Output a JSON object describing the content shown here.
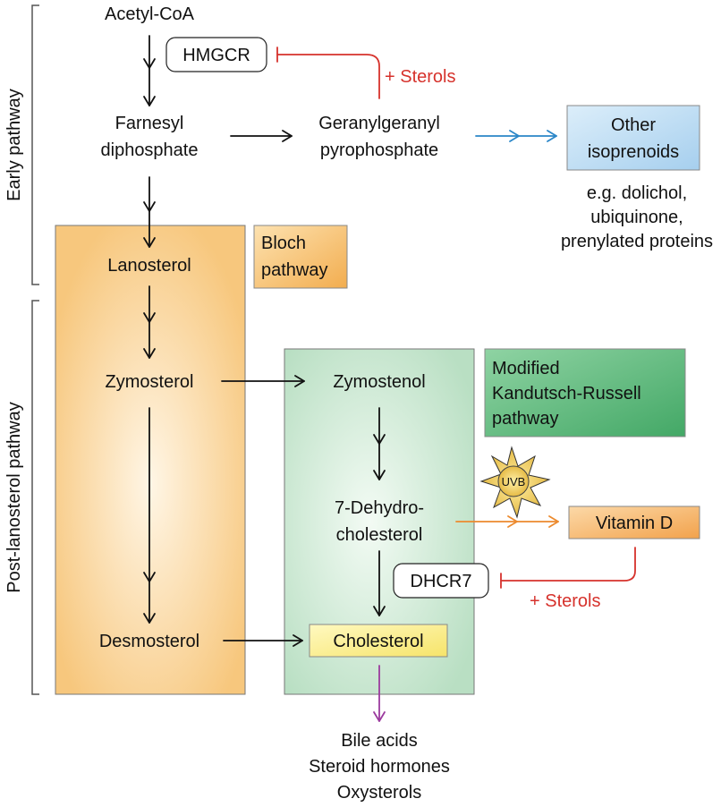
{
  "side_labels": {
    "early": "Early pathway",
    "post": "Post-lanosterol pathway"
  },
  "nodes": {
    "acetyl_coa": "Acetyl-CoA",
    "farnesyl_1": "Farnesyl",
    "farnesyl_2": "diphosphate",
    "geranyl_1": "Geranylgeranyl",
    "geranyl_2": "pyrophosphate",
    "other_iso_1": "Other",
    "other_iso_2": "isoprenoids",
    "examples_1": "e.g. dolichol,",
    "examples_2": "ubiquinone,",
    "examples_3": "prenylated proteins",
    "lanosterol": "Lanosterol",
    "zymosterol": "Zymosterol",
    "zymostenol": "Zymostenol",
    "dehydro_1": "7-Dehydro-",
    "dehydro_2": "cholesterol",
    "vitamin_d": "Vitamin D",
    "desmosterol": "Desmosterol",
    "cholesterol": "Cholesterol",
    "products_1": "Bile acids",
    "products_2": "Steroid hormones",
    "products_3": "Oxysterols"
  },
  "enzymes": {
    "hmgcr": "HMGCR",
    "dhcr7": "DHCR7",
    "uvb": "UVB"
  },
  "feedback": {
    "sterols_top": "+ Sterols",
    "sterols_bottom": "+ Sterols"
  },
  "pathways": {
    "bloch_1": "Bloch",
    "bloch_2": "pathway",
    "kr_1": "Modified",
    "kr_2": "Kandutsch-Russell",
    "kr_3": "pathway"
  },
  "colors": {
    "black_arrow": "#111111",
    "blue_arrow": "#2a86c8",
    "orange_arrow": "#ec8a2e",
    "red_inhibit": "#d6322c",
    "purple_arrow": "#9b3a9e",
    "bloch_box": "#f7c77d",
    "kr_box": "#bfe3c9",
    "other_iso_box": "#bcdcf2",
    "vitamin_d_box": "#f6b46a",
    "cholesterol_box": "#fbf08a",
    "uvb_sun": "#e8bc3e"
  }
}
